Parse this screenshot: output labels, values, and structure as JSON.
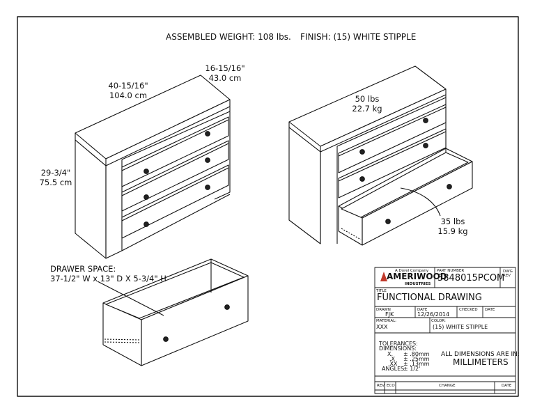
{
  "header": {
    "weight": "ASSEMBLED WEIGHT: 108 lbs.",
    "finish": "FINISH: (15) WHITE STIPPLE"
  },
  "dims": {
    "depth_in": "16-15/16\"",
    "depth_cm": "43.0 cm",
    "width_in": "40-15/16\"",
    "width_cm": "104.0 cm",
    "height_in": "29-3/4\"",
    "height_cm": "75.5 cm"
  },
  "loads": {
    "top_lbs": "50 lbs",
    "top_kg": "22.7 kg",
    "drawer_lbs": "35 lbs",
    "drawer_kg": "15.9 kg"
  },
  "drawer_space": {
    "title": "DRAWER SPACE:",
    "size": "37-1/2\" W x 13\" D X 5-3/4\" H"
  },
  "title_block": {
    "brand_small": "A Dorel Company",
    "brand": "AMERIWOOD",
    "brand_sub": "INDUSTRIES",
    "part_label": "PART NUMBER",
    "part_number": "5848015PCOM",
    "dwg_rev_label": "DWG\nREV",
    "title_label": "TITLE",
    "title": "FUNCTIONAL DRAWING",
    "drawn_label": "DRAWN",
    "drawn": "FJK",
    "date_label": "DATE",
    "date": "12/26/2014",
    "checked_label": "CHECKED",
    "date2_label": "DATE",
    "material_label": "MATERIAL:",
    "material": "XXX",
    "color_label": "COLOR:",
    "color": "(15) WHITE STIPPLE",
    "tolerances": "TOLERANCES:",
    "dimensions": "DIMENSIONS:",
    "tol_x": "X.",
    "tol_x_val": "± .80mm",
    "tol_xx": ".X",
    "tol_xx_val": "± .25mm",
    "tol_xxx": ".XX",
    "tol_xxx_val": "± .13mm",
    "angles": "ANGLES",
    "angles_val": "± 1/2'",
    "all_dims": "ALL DIMENSIONS ARE IN;",
    "units": "MILLIMETERS",
    "rev": "REV",
    "eco": "ECO",
    "change": "CHANGE",
    "date3": "DATE"
  }
}
